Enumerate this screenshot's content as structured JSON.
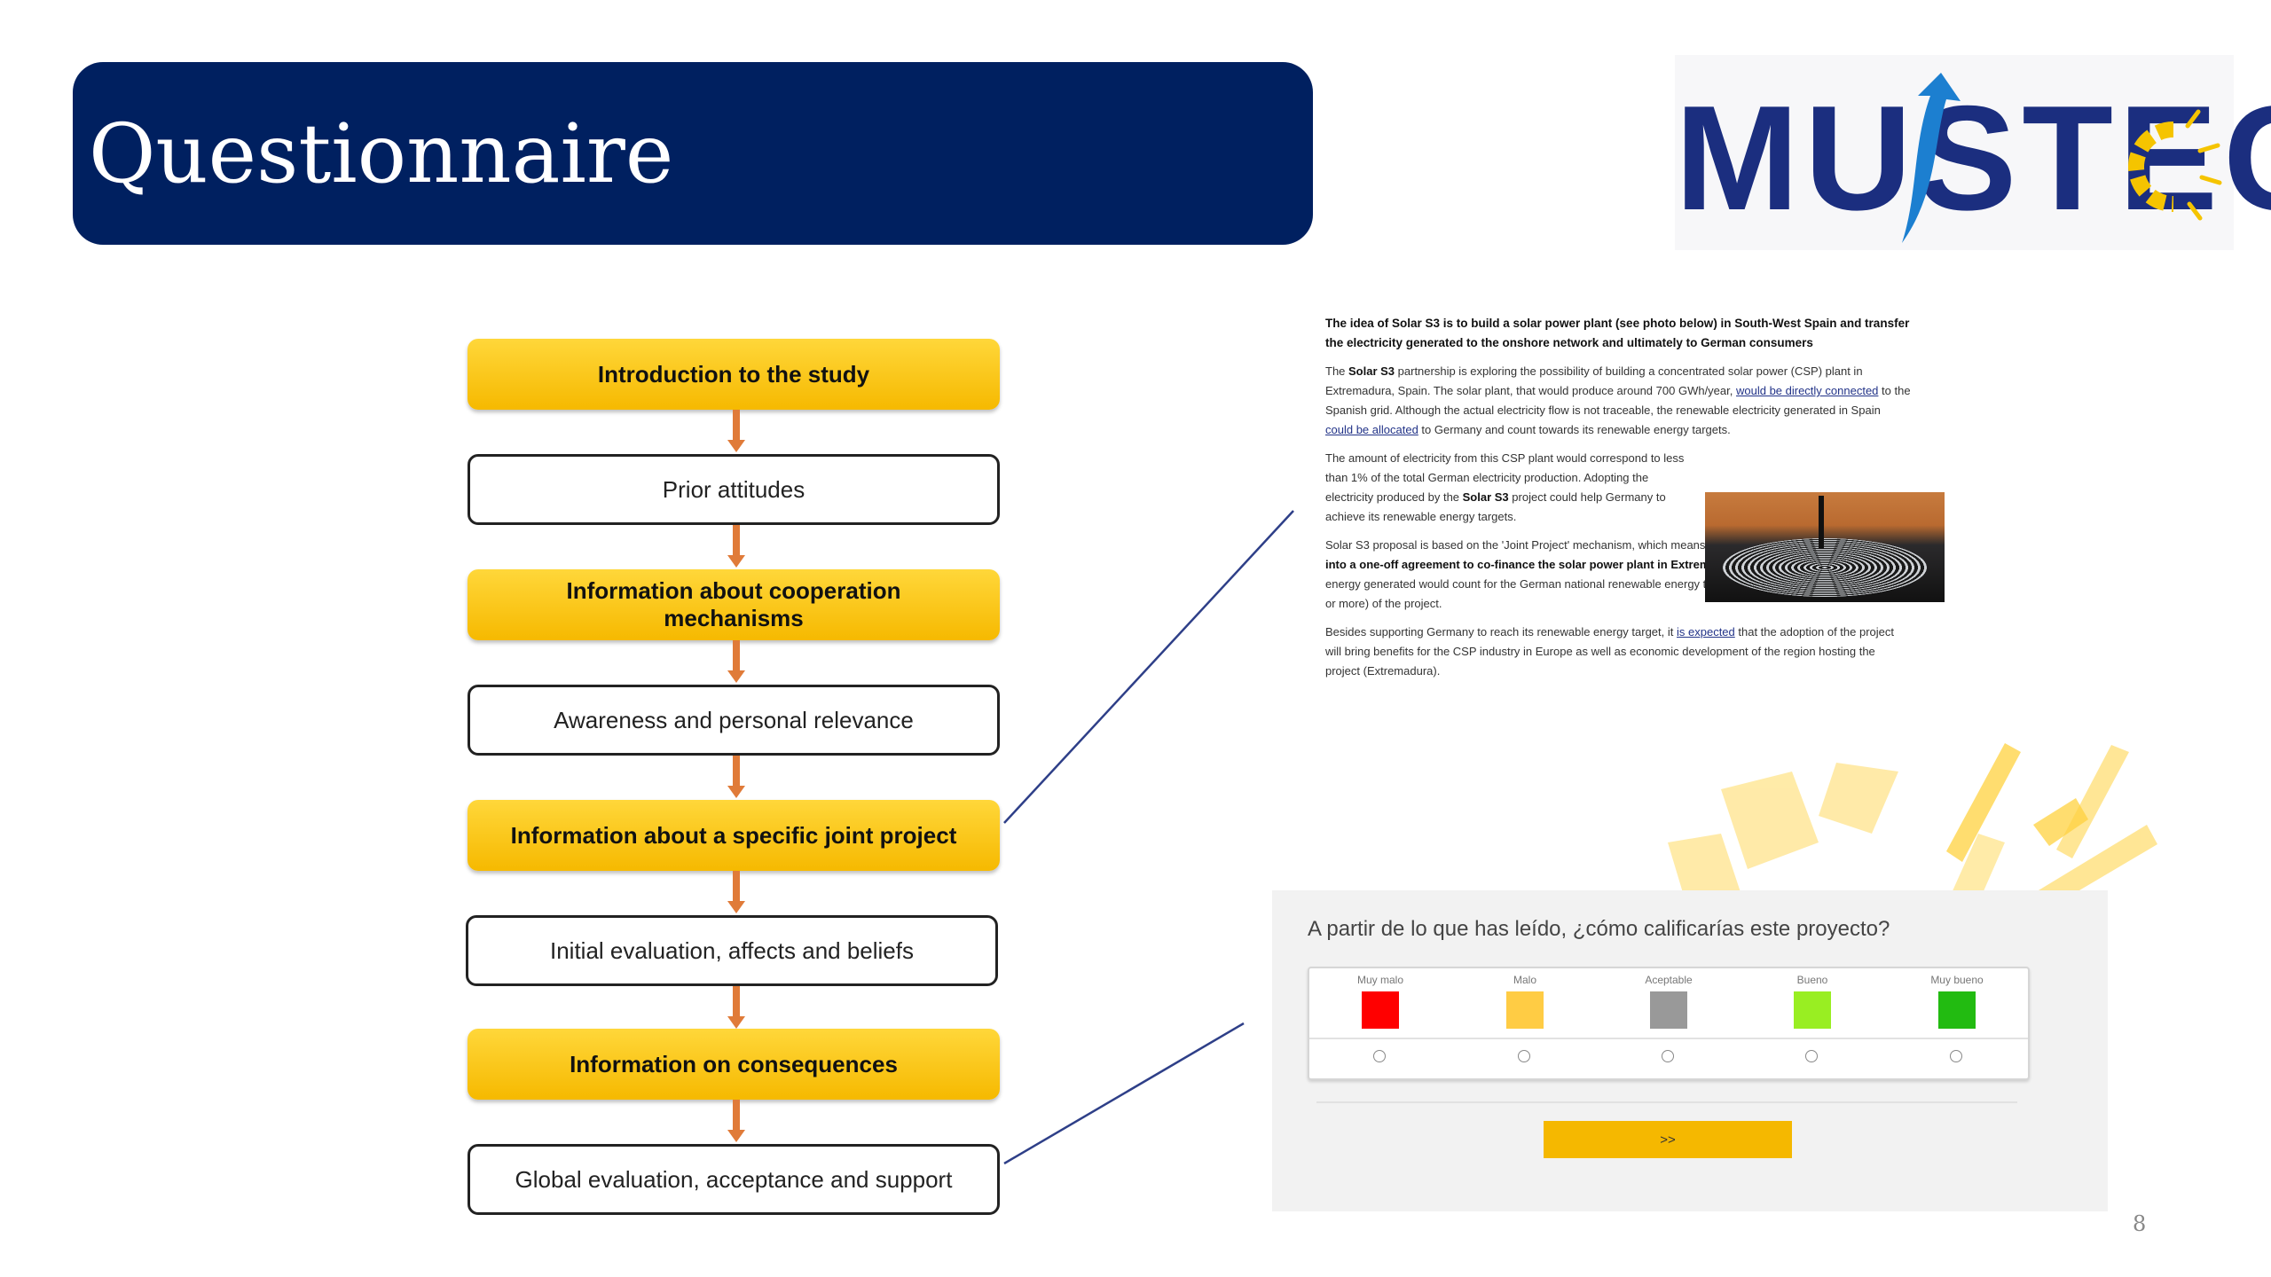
{
  "slide": {
    "title": "Questionnaire",
    "page_number": "8"
  },
  "logo": {
    "text": "MUSTEC",
    "colors": {
      "text": "#1b2e7f",
      "arrow": "#1c7fd0",
      "sun": "#f5c400"
    }
  },
  "colors": {
    "title_background": "#002060",
    "flow_highlight": "#f6b900",
    "arrow": "#e07b39",
    "connector": "#2e3f88"
  },
  "flow": [
    {
      "label": "Introduction to the study",
      "style": "highlight"
    },
    {
      "label": "Prior attitudes",
      "style": "outline"
    },
    {
      "label": "Information about cooperation mechanisms",
      "style": "highlight"
    },
    {
      "label": "Awareness and personal relevance",
      "style": "outline"
    },
    {
      "label": "Information about a specific joint project",
      "style": "highlight"
    },
    {
      "label": "Initial evaluation, affects and beliefs",
      "style": "outline"
    },
    {
      "label": "Information on consequences",
      "style": "highlight"
    },
    {
      "label": "Global evaluation, acceptance and support",
      "style": "outline"
    }
  ],
  "document": {
    "lead": "The idea of Solar S3 is to build a solar power plant (see photo below) in South-West Spain and transfer the electricity generated to the onshore network and ultimately to German consumers",
    "p1": {
      "a": "The ",
      "b": "Solar S3",
      "c": " partnership is exploring the possibility of building a concentrated solar power (CSP) plant in Extremadura, Spain. The solar plant, that would produce around 700 GWh/year, ",
      "d": "would be directly connected",
      "e": " to the Spanish grid. Although the actual electricity flow is not traceable, the renewable electricity generated in Spain ",
      "f": "could be allocated",
      "g": " to Germany and count towards its renewable energy targets."
    },
    "p2": {
      "a": "The amount of electricity from this CSP plant would correspond to less than 1% of the total German electricity production. Adopting the electricity produced by the ",
      "b": "Solar S3",
      "c": " project could help Germany to achieve its renewable energy targets."
    },
    "p3": {
      "a": "Solar S3 proposal is based on the 'Joint Project' mechanism, which means that ",
      "b": "Spain and Germany would enter into a one-off agreement to co-finance the solar power plant in Extremadura (Spain)",
      "c": ", and that the renewable energy generated would count for the German national renewable energy target during the entire lifetime (25 years or more) of the project."
    },
    "p4": {
      "a": "Besides supporting Germany to reach its renewable energy target, it ",
      "b": "is expected",
      "c": " that the adoption of the project will bring benefits for the CSP industry in Europe as well as economic development of the region hosting the project (Extremadura)."
    }
  },
  "survey": {
    "question": "A partir de lo que has leído, ¿cómo calificarías este proyecto?",
    "options": [
      {
        "label": "Muy malo",
        "color": "#ff0000"
      },
      {
        "label": "Malo",
        "color": "#ffcc44"
      },
      {
        "label": "Aceptable",
        "color": "#999999"
      },
      {
        "label": "Bueno",
        "color": "#99ee22"
      },
      {
        "label": "Muy bueno",
        "color": "#22bb11"
      }
    ],
    "next_label": ">>"
  }
}
